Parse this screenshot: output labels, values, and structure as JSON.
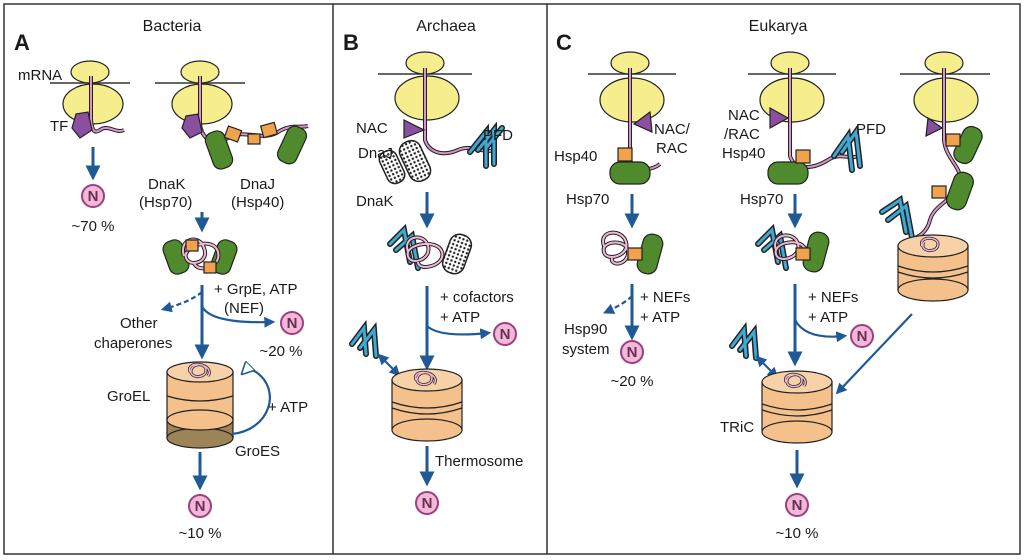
{
  "panels": {
    "a": {
      "letter": "A",
      "title": "Bacteria"
    },
    "b": {
      "letter": "B",
      "title": "Archaea"
    },
    "c": {
      "letter": "C",
      "title": "Eukarya"
    }
  },
  "labels": {
    "mrna": "mRNA",
    "tf": "TF",
    "dnak": "DnaK",
    "hsp70_paren": "(Hsp70)",
    "dnaj": "DnaJ",
    "hsp40_paren": "(Hsp40)",
    "pct70": "~70 %",
    "grpe": "+ GrpE, ATP",
    "nef": "(NEF)",
    "other": "Other",
    "chaperones": "chaperones",
    "pct20": "~20 %",
    "groel": "GroEL",
    "groes": "GroES",
    "atp": "+ ATP",
    "pct10": "~10 %",
    "nac": "NAC",
    "pfd": "PFD",
    "cofactors": "+ cofactors",
    "thermosome": "Thermosome",
    "hsp40": "Hsp40",
    "nac_slash": "NAC/",
    "rac": "RAC",
    "slash_rac": "/RAC",
    "hsp70": "Hsp70",
    "nefs": "+ NEFs",
    "hsp90": "Hsp90",
    "system": "system",
    "tric": "TRiC",
    "n": "N"
  },
  "colors": {
    "ribosome": "#f6ee8c",
    "tf": "#8b4fa0",
    "dnak": "#4f8b2c",
    "dnaj": "#f0a24e",
    "pfd": "#3fa9d6",
    "barrel": "#f4c08b",
    "arrow": "#1f5a96",
    "native": "#f2b8d8",
    "chain": "#c77bb5"
  }
}
